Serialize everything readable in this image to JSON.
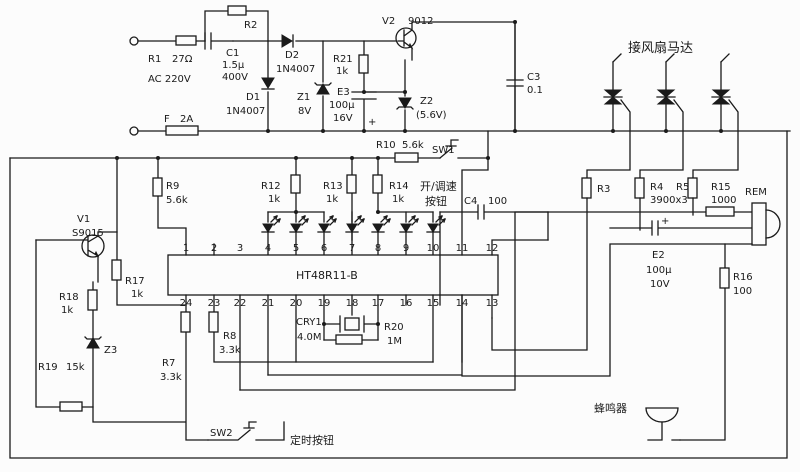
{
  "mains": {
    "ac": "AC 220V",
    "fuse": "F",
    "fuse_value": "2A"
  },
  "r1": {
    "ref": "R1",
    "value": "27Ω"
  },
  "r2": {
    "ref": "R2"
  },
  "c1": {
    "ref": "C1",
    "value": "1.5μ",
    "voltage": "400V"
  },
  "d1": {
    "ref": "D1",
    "part": "1N4007"
  },
  "d2": {
    "ref": "D2",
    "part": "1N4007"
  },
  "z1": {
    "ref": "Z1",
    "value": "8V"
  },
  "r21": {
    "ref": "R21",
    "value": "1k"
  },
  "e3": {
    "ref": "E3",
    "value": "100μ",
    "voltage": "16V"
  },
  "v2": {
    "ref": "V2",
    "part": "9012"
  },
  "z2": {
    "ref": "Z2",
    "value": "(5.6V)"
  },
  "c3": {
    "ref": "C3",
    "value": "0.1"
  },
  "r10": {
    "ref": "R10",
    "value": "5.6k"
  },
  "sw1": {
    "ref": "SW1",
    "label": "开/调速",
    "label2": "按钮"
  },
  "fan_label": "接风扇马达",
  "r9": {
    "ref": "R9",
    "value": "5.6k"
  },
  "r12": {
    "ref": "R12",
    "value": "1k"
  },
  "r13": {
    "ref": "R13",
    "value": "1k"
  },
  "r14": {
    "ref": "R14",
    "value": "1k"
  },
  "r3": {
    "ref": "R3"
  },
  "r4": {
    "ref": "R4",
    "value": "3900x3"
  },
  "r5": {
    "ref": "R5"
  },
  "r15": {
    "ref": "R15",
    "value": "1000"
  },
  "rem": "REM",
  "c4": {
    "ref": "C4",
    "value": "100"
  },
  "e2": {
    "ref": "E2",
    "value": "100μ",
    "voltage": "10V"
  },
  "r16": {
    "ref": "R16",
    "value": "100"
  },
  "v1": {
    "ref": "V1",
    "part": "S9015"
  },
  "r17": {
    "ref": "R17",
    "value": "1k"
  },
  "r18": {
    "ref": "R18",
    "value": "1k"
  },
  "z3": {
    "ref": "Z3"
  },
  "r19": {
    "ref": "R19",
    "value": "15k"
  },
  "r7": {
    "ref": "R7",
    "value": "3.3k"
  },
  "r8": {
    "ref": "R8",
    "value": "3.3k"
  },
  "cry1": {
    "ref": "CRY1",
    "value": "4.0M"
  },
  "r20": {
    "ref": "R20",
    "value": "1M"
  },
  "ic": {
    "name": "HT48R11-B",
    "top_pins": [
      "1",
      "2",
      "3",
      "4",
      "5",
      "6",
      "7",
      "8",
      "9",
      "10",
      "11",
      "12"
    ],
    "bottom_pins": [
      "24",
      "23",
      "22",
      "21",
      "20",
      "19",
      "18",
      "17",
      "16",
      "15",
      "14",
      "13"
    ]
  },
  "buzzer": "蜂鸣器",
  "sw2": {
    "ref": "SW2",
    "label": "定时按钮"
  }
}
